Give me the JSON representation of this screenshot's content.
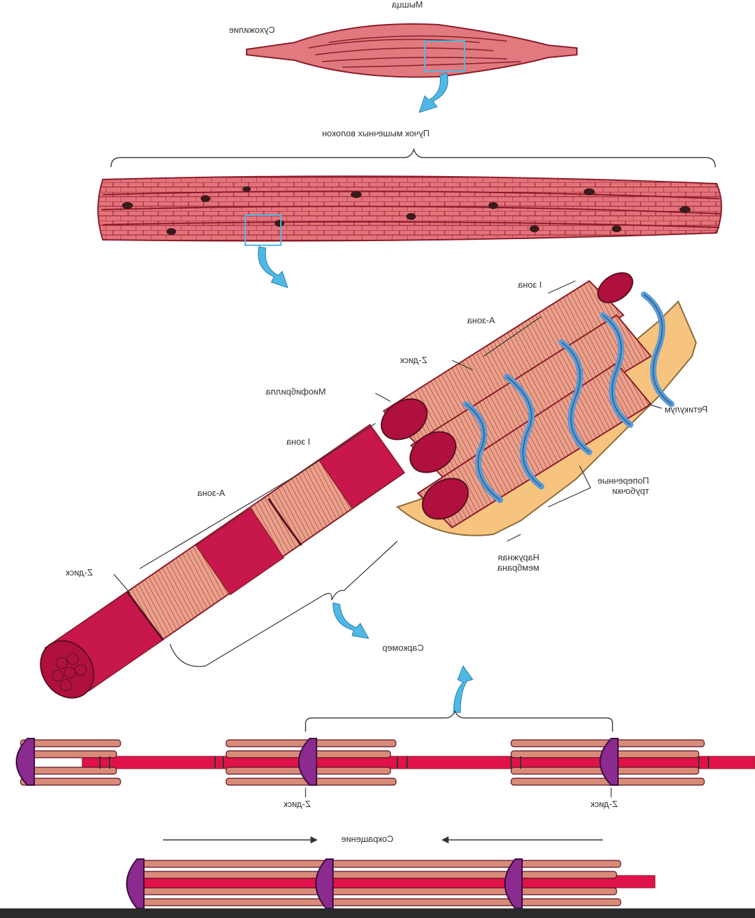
{
  "labels": {
    "muscle": "Мышца",
    "tendon": "Сухожилие",
    "fiber_bundle": "Пучок мышечных волокон",
    "i_zone_top": "I зона",
    "a_zone_top": "A-зона",
    "z_disk_top": "Z-диск",
    "myofibril": "Миофибрилла",
    "reticulum": "Ретикулум",
    "i_zone_mid": "I зона",
    "a_zone_mid": "A-зона",
    "t_tubules": "Поперечные\nтрубочки",
    "outer_membrane": "Наружная\nмембрана",
    "z_disk_mid": "Z-диск",
    "sarcomere": "Саркомер",
    "z_disk_left": "Z-диск",
    "z_disk_right": "Z-диск",
    "contraction": "Сокращение"
  },
  "colors": {
    "muscle": "#e07a7e",
    "fiber": "#e4737b",
    "dark_band": "#c8174a",
    "light_band": "#e9a189",
    "reticulum": "#5b9bd5",
    "membrane": "#f6c47f",
    "arrow": "#4fb8e4",
    "m_line": "#8b2a8f"
  }
}
